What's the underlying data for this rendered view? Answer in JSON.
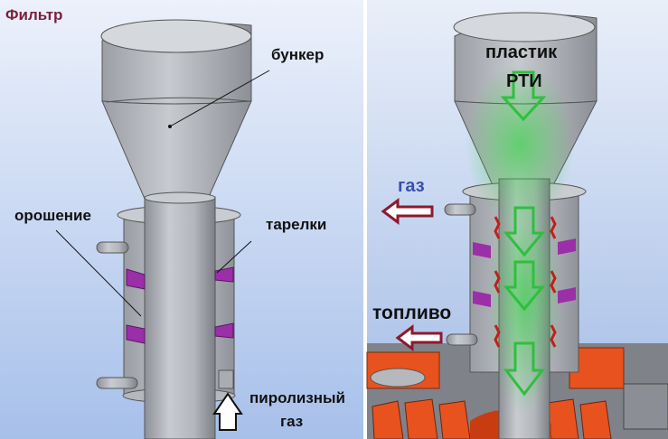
{
  "left_panel": {
    "title": "Фильтр",
    "labels": {
      "bunker": "бункер",
      "spraying": "орошение",
      "plates": "тарелки",
      "pyrolysis_gas_line1": "пиролизный",
      "pyrolysis_gas_line2": "газ"
    }
  },
  "right_panel": {
    "labels": {
      "plastic": "пластик",
      "rti": "РТИ",
      "gas": "газ",
      "fuel": "топливо"
    }
  },
  "colors": {
    "title": "#7a1f3d",
    "gas_label": "#3b4fb0",
    "outlet_arrow": "#8b1a2e",
    "flow_arrow": "#2fbf3f",
    "plates": "#9a2fa8",
    "heater": "#e8521e",
    "steel": "#a9adb3"
  }
}
